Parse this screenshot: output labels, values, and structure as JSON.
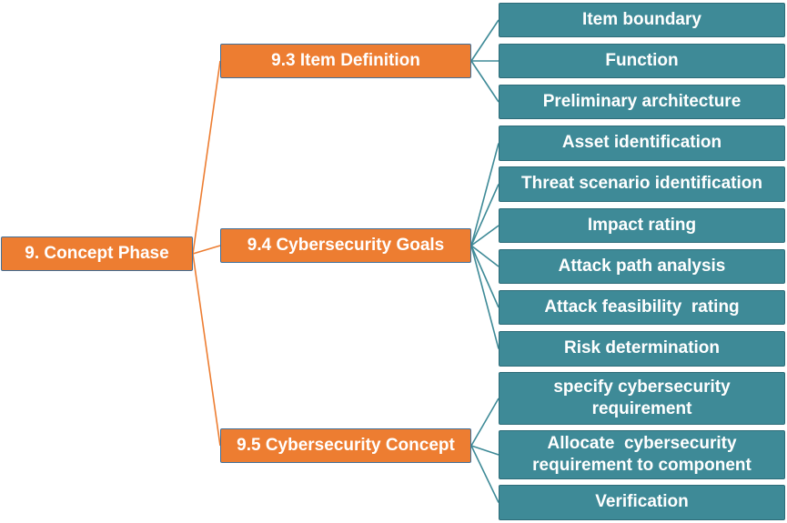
{
  "root": {
    "label": "9. Concept Phase"
  },
  "branches": [
    {
      "label": "9.3 Item Definition",
      "children": [
        "Item boundary",
        "Function",
        "Preliminary architecture"
      ]
    },
    {
      "label": "9.4 Cybersecurity Goals",
      "children": [
        "Asset identification",
        "Threat scenario identification",
        "Impact rating",
        "Attack path analysis",
        "Attack feasibility  rating",
        "Risk determination"
      ]
    },
    {
      "label": "9.5 Cybersecurity Concept",
      "children": [
        "specify cybersecurity requirement",
        "Allocate  cybersecurity requirement to component",
        "Verification"
      ]
    }
  ],
  "colors": {
    "phase_fill": "#ED7D31",
    "activity_fill": "#3E8A97",
    "phase_line": "#ED7D31",
    "activity_line": "#3E8A97",
    "text": "#FFFFFF"
  }
}
